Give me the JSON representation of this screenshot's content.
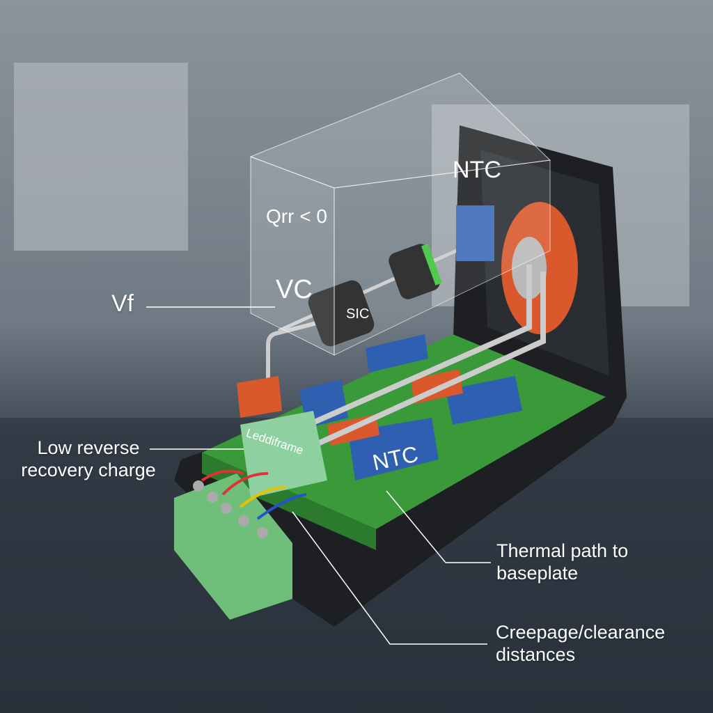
{
  "callouts": {
    "vf": "Vf",
    "low_reverse": "Low reverse recovery charge",
    "thermal": "Thermal path to baseplate",
    "creepage": "Creepage/clearance distances"
  },
  "on_image": {
    "qrr": "Qrr < 0",
    "vc": "VC",
    "ntc_top": "NTC",
    "sic": "SIC",
    "ntc_board": "NTC",
    "leadframe": "Leddiframe"
  },
  "colors": {
    "pcb": "#3a9a3a",
    "terminal": "#6fbf7a",
    "housing": "#1d1f22",
    "disc": "#d9582c",
    "blue_part": "#2f5fb0"
  }
}
